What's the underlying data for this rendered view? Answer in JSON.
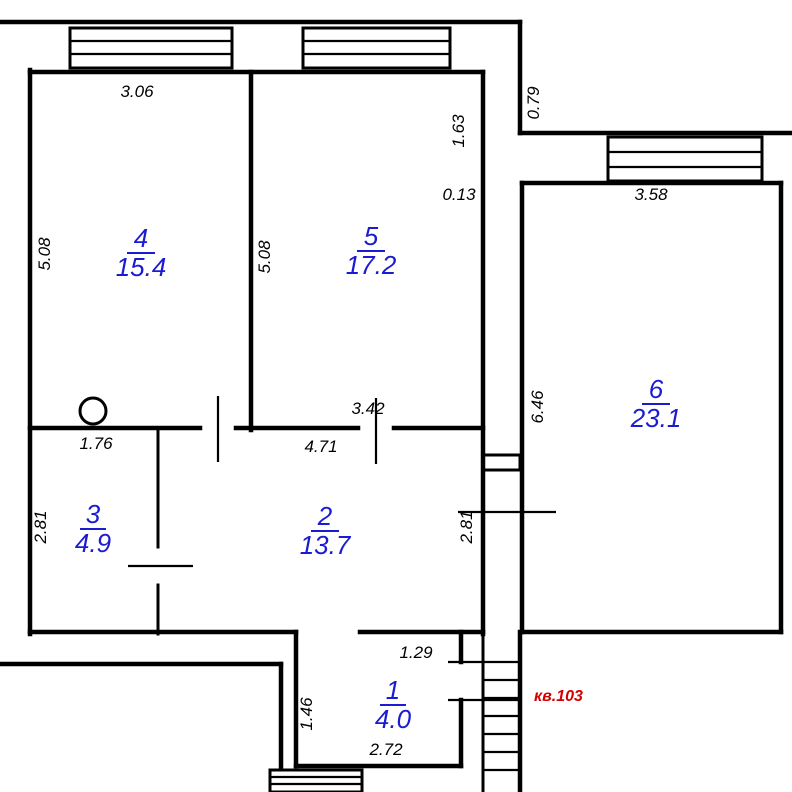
{
  "colors": {
    "wall": "#000000",
    "room_label": "#1b1bd1",
    "dimension_text": "#000000",
    "apartment_label": "#d40000",
    "background": "#ffffff"
  },
  "apartment_label": "кв.103",
  "rooms": [
    {
      "number": "4",
      "area": "15.4"
    },
    {
      "number": "5",
      "area": "17.2"
    },
    {
      "number": "6",
      "area": "23.1"
    },
    {
      "number": "3",
      "area": "4.9"
    },
    {
      "number": "2",
      "area": "13.7"
    },
    {
      "number": "1",
      "area": "4.0"
    }
  ],
  "dimensions": {
    "room4_width": "3.06",
    "room4_height": "5.08",
    "room5_height": "5.08",
    "room5_window_side": "1.63",
    "wall_offset": "0.13",
    "ledge": "0.79",
    "room6_width": "3.58",
    "room6_height": "6.46",
    "room5_bottom": "3.42",
    "room2_width": "4.71",
    "room3_width": "1.76",
    "room3_height": "2.81",
    "shaft_height": "2.81",
    "hall_top": "1.29",
    "hall_height": "1.46",
    "hall_width": "2.72"
  }
}
